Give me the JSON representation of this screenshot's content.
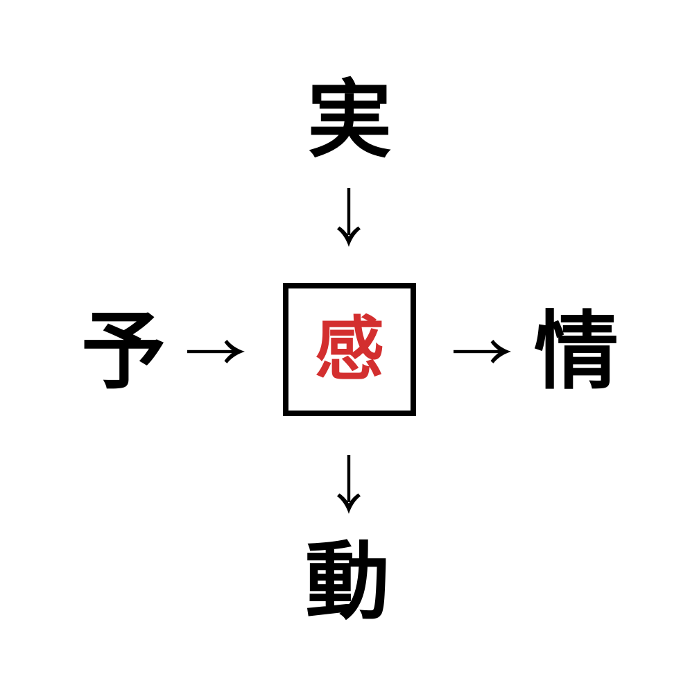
{
  "diagram": {
    "type": "kanji-puzzle",
    "background_color": "#ffffff",
    "kanji_color": "#000000",
    "center_kanji_color": "#d32f2f",
    "box_border_color": "#000000",
    "nodes": {
      "top": "実",
      "left": "予",
      "center": "感",
      "right": "情",
      "bottom": "動"
    },
    "icons": {
      "arrow_down": "↓",
      "arrow_right": "→"
    },
    "arrows": [
      {
        "from": "top",
        "to": "center",
        "direction": "down"
      },
      {
        "from": "left",
        "to": "center",
        "direction": "right"
      },
      {
        "from": "center",
        "to": "right",
        "direction": "right"
      },
      {
        "from": "center",
        "to": "bottom",
        "direction": "down"
      }
    ]
  }
}
